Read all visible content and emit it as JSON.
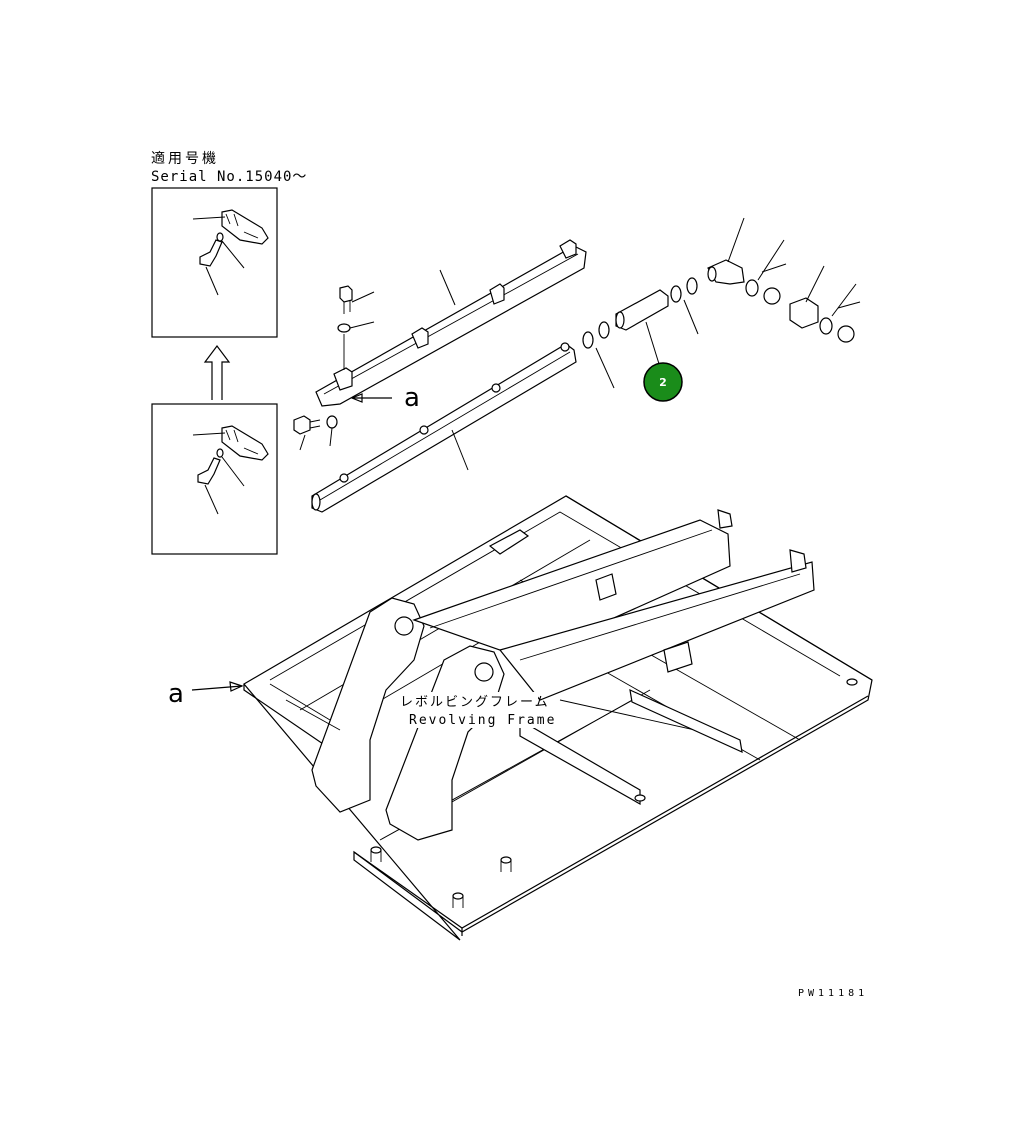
{
  "diagram": {
    "applicability_label": "適用号機",
    "serial_label": "Serial No.15040～",
    "reference_letter_top": "a",
    "reference_letter_bottom": "a",
    "frame_label_jp": "レボルビングフレーム",
    "frame_label_en": "Revolving Frame",
    "drawing_code": "PW11181",
    "callout": {
      "number": "2",
      "color": "#1a8c1a"
    }
  }
}
